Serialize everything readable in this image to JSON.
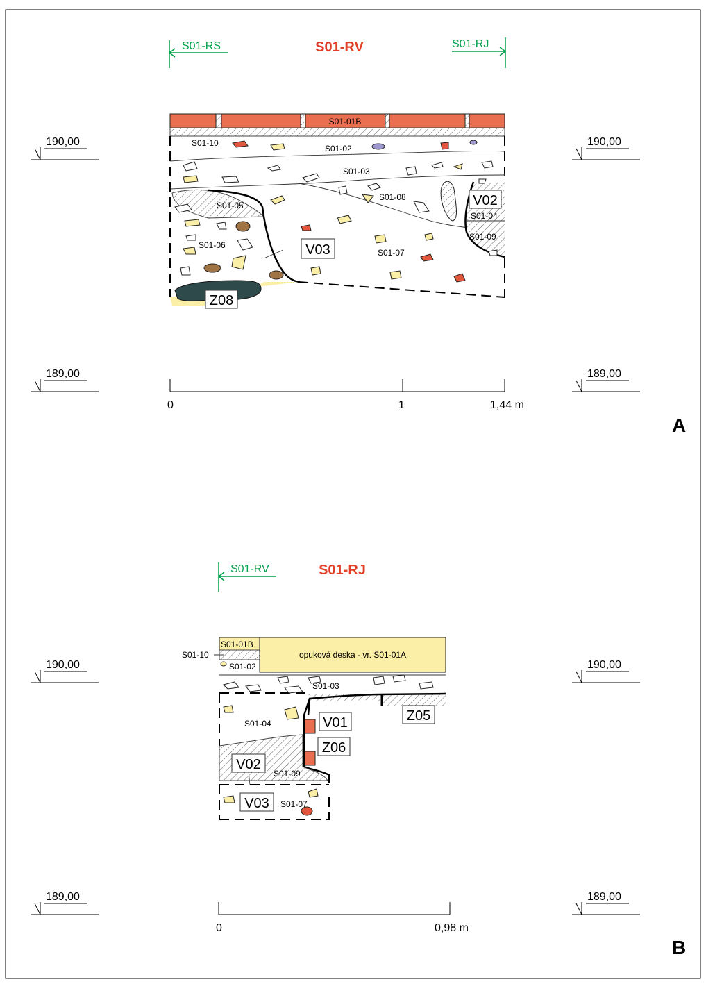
{
  "colors": {
    "header_red": "#e0402a",
    "direction_green": "#00a04a",
    "brick": "#ea6f50",
    "sand": "#fbeea7",
    "dark_layer": "#2e4a4a"
  },
  "panel_a": {
    "title": "S01-RV",
    "left_direction": "S01-RS",
    "right_direction": "S01-RJ",
    "elevation_upper": "190,00",
    "elevation_lower": "189,00",
    "layers": {
      "l01b": "S01-01B",
      "l10": "S01-10",
      "l02": "S01-02",
      "l03": "S01-03",
      "l08": "S01-08",
      "l05": "S01-05",
      "l04": "S01-04",
      "l09": "S01-09",
      "l06": "S01-06",
      "l07": "S01-07"
    },
    "features": {
      "v02": "V02",
      "v03": "V03",
      "z08": "Z08"
    },
    "scale": {
      "start": "0",
      "mid": "1",
      "end": "1,44 m"
    },
    "label": "A"
  },
  "panel_b": {
    "title": "S01-RJ",
    "left_direction": "S01-RV",
    "elevation_upper": "190,00",
    "elevation_lower": "189,00",
    "layers": {
      "l01b": "S01-01B",
      "l10": "S01-10",
      "l02": "S01-02",
      "l03": "S01-03",
      "l04": "S01-04",
      "l09": "S01-09",
      "l07": "S01-07",
      "slab": "opuková deska - vr. S01-01A"
    },
    "features": {
      "v01": "V01",
      "z05": "Z05",
      "z06": "Z06",
      "v02": "V02",
      "v03": "V03"
    },
    "scale": {
      "start": "0",
      "end": "0,98 m"
    },
    "label": "B"
  }
}
